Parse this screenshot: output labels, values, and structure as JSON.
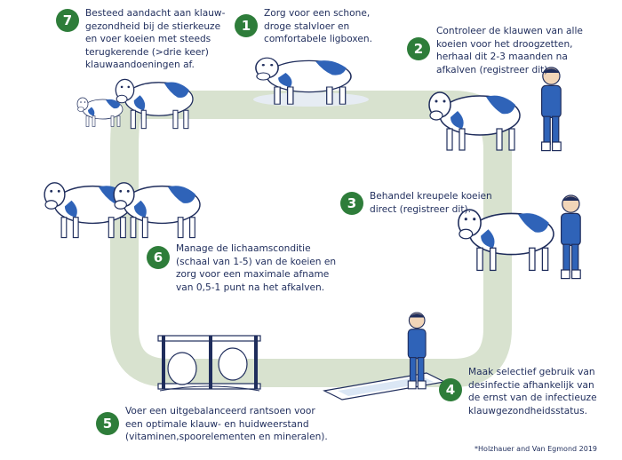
{
  "steps": [
    {
      "num": "1",
      "lines": [
        "Zorg voor een schone,",
        "droge stalvloer en",
        "comfortabele ligboxen."
      ]
    },
    {
      "num": "2",
      "lines": [
        "Controleer de klauwen van alle",
        "koeien voor het droogzetten,",
        "herhaal dit 2-3 maanden na",
        "afkalven (registreer dit)."
      ]
    },
    {
      "num": "3",
      "lines": [
        "Behandel kreupele koeien",
        "direct (registreer dit)."
      ]
    },
    {
      "num": "4",
      "lines": [
        "Maak selectief gebruik van",
        "desinfectie afhankelijk van",
        "de ernst van de infectieuze",
        "klauwgezondheidsstatus."
      ]
    },
    {
      "num": "5",
      "lines": [
        "Voer een uitgebalanceerd rantsoen voor",
        "een optimale klauw- en huidweerstand",
        "(vitaminen,spoorelementen en mineralen)."
      ]
    },
    {
      "num": "6",
      "lines": [
        "Manage de lichaamsconditie",
        "(schaal van 1-5) van de koeien en",
        "zorg voor een maximale afname",
        "van 0,5-1 punt na het afkalven."
      ]
    },
    {
      "num": "7",
      "lines": [
        "Besteed aandacht aan klauw-",
        "gezondheid bij de stierkeuze",
        "en voer koeien met steeds",
        "terugkerende (>drie keer)",
        "klauwaandoeningen af."
      ]
    }
  ],
  "footnote": "*Holzhauer and Van Egmond 2019",
  "colors": {
    "track": "#d8e2cf",
    "accent": "#2e7d3a",
    "cow_spot": "#2f63b8",
    "text": "#1f2d5c"
  }
}
